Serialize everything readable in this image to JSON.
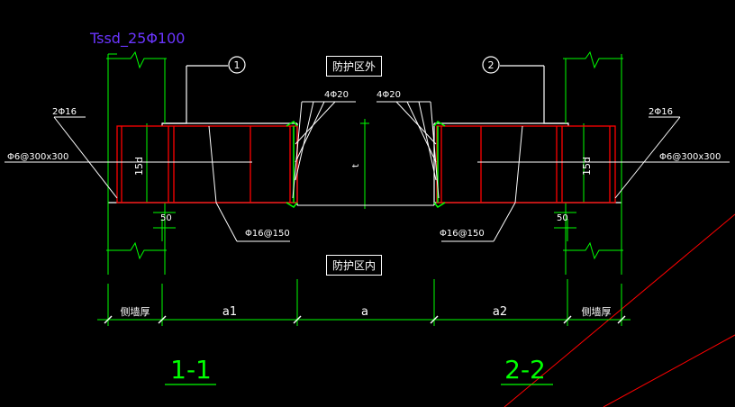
{
  "title_text": "Tssd_25Φ100",
  "markers": {
    "left": "1",
    "right": "2"
  },
  "zones": {
    "outside": "防护区外",
    "inside": "防护区内"
  },
  "rebar": {
    "top_bars_left": "4Φ20",
    "top_bars_right": "4Φ20",
    "edge_bars_left": "2Φ16",
    "edge_bars_right": "2Φ16",
    "ties_left": "Φ6@300x300",
    "ties_right": "Φ6@300x300",
    "dist_left": "Φ16@150",
    "dist_right": "Φ16@150"
  },
  "dims": {
    "dev_left": "15d",
    "dev_right": "15d",
    "cover_left": "50",
    "cover_right": "50",
    "thickness": "t",
    "wall_left": "侧墙厚",
    "a1": "a1",
    "a": "a",
    "a2": "a2",
    "wall_right": "侧墙厚"
  },
  "sections": {
    "left": "1-1",
    "right": "2-2"
  },
  "colors": {
    "background": "#000000",
    "line_white": "#ffffff",
    "line_green": "#00ff00",
    "rebar_red": "#ff0000",
    "title_purple": "#6a35ff",
    "diagonal_red": "#ff0000"
  }
}
